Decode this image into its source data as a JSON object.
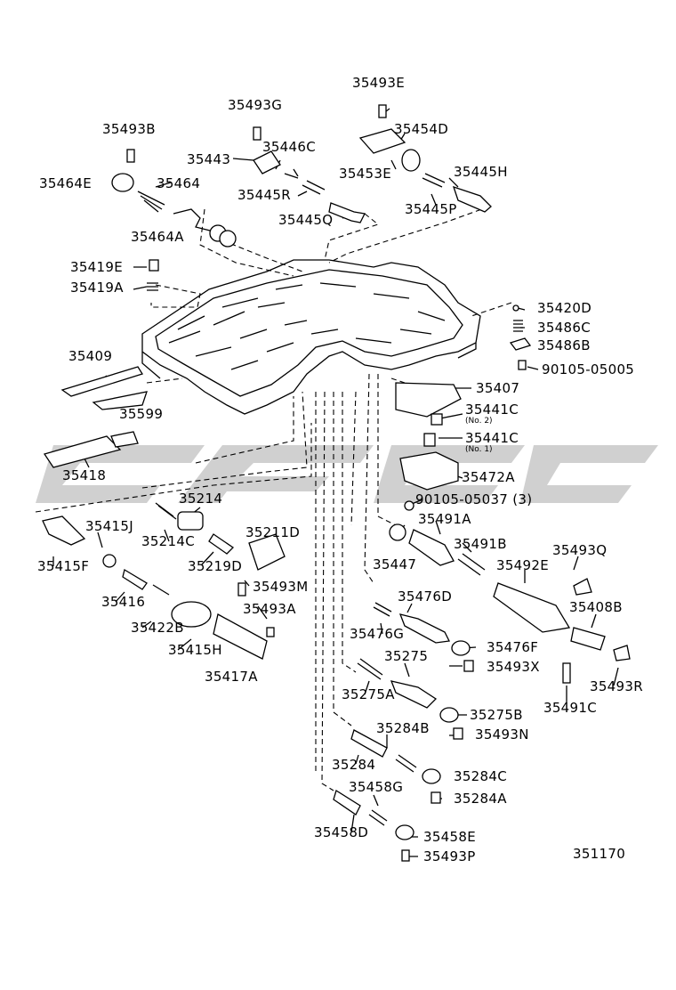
{
  "diagram": {
    "figure_number": "351170",
    "colors": {
      "line": "#000000",
      "watermark": "#c8c8c8"
    },
    "watermark_text": "cfcc",
    "parts": [
      {
        "id": "p1",
        "text": "35493E"
      },
      {
        "id": "p2",
        "text": "35493G"
      },
      {
        "id": "p3",
        "text": "35454D"
      },
      {
        "id": "p4",
        "text": "35493B"
      },
      {
        "id": "p5",
        "text": "35446C"
      },
      {
        "id": "p6",
        "text": "35443"
      },
      {
        "id": "p7",
        "text": "35453E"
      },
      {
        "id": "p8",
        "text": "35445H"
      },
      {
        "id": "p9",
        "text": "35464E"
      },
      {
        "id": "p10",
        "text": "35464"
      },
      {
        "id": "p11",
        "text": "35445R"
      },
      {
        "id": "p12",
        "text": "35445P"
      },
      {
        "id": "p13",
        "text": "35445Q"
      },
      {
        "id": "p14",
        "text": "35464A"
      },
      {
        "id": "p15",
        "text": "35419E"
      },
      {
        "id": "p16",
        "text": "35419A"
      },
      {
        "id": "p17",
        "text": "35420D"
      },
      {
        "id": "p18",
        "text": "35486C"
      },
      {
        "id": "p19",
        "text": "35486B"
      },
      {
        "id": "p20",
        "text": "35409"
      },
      {
        "id": "p21",
        "text": "90105-05005"
      },
      {
        "id": "p22",
        "text": "35407"
      },
      {
        "id": "p23",
        "text": "35599"
      },
      {
        "id": "p24",
        "text": "35441C"
      },
      {
        "id": "p25",
        "text": "35441C"
      },
      {
        "id": "p26",
        "text": "35418"
      },
      {
        "id": "p27",
        "text": "35472A"
      },
      {
        "id": "p28",
        "text": "35214"
      },
      {
        "id": "p29",
        "text": "90105-05037 (3)"
      },
      {
        "id": "p30",
        "text": "35491A"
      },
      {
        "id": "p31",
        "text": "35415J"
      },
      {
        "id": "p32",
        "text": "35214C"
      },
      {
        "id": "p33",
        "text": "35211D"
      },
      {
        "id": "p34",
        "text": "35491B"
      },
      {
        "id": "p35",
        "text": "35493Q"
      },
      {
        "id": "p36",
        "text": "35415F"
      },
      {
        "id": "p37",
        "text": "35219D"
      },
      {
        "id": "p38",
        "text": "35447"
      },
      {
        "id": "p39",
        "text": "35492E"
      },
      {
        "id": "p40",
        "text": "35493M"
      },
      {
        "id": "p41",
        "text": "35416"
      },
      {
        "id": "p42",
        "text": "35476D"
      },
      {
        "id": "p43",
        "text": "35408B"
      },
      {
        "id": "p44",
        "text": "35493A"
      },
      {
        "id": "p45",
        "text": "35422B"
      },
      {
        "id": "p46",
        "text": "35476G"
      },
      {
        "id": "p47",
        "text": "35476F"
      },
      {
        "id": "p48",
        "text": "35415H"
      },
      {
        "id": "p49",
        "text": "35275"
      },
      {
        "id": "p50",
        "text": "35493X"
      },
      {
        "id": "p51",
        "text": "35417A"
      },
      {
        "id": "p52",
        "text": "35275A"
      },
      {
        "id": "p53",
        "text": "35493R"
      },
      {
        "id": "p54",
        "text": "35491C"
      },
      {
        "id": "p55",
        "text": "35275B"
      },
      {
        "id": "p56",
        "text": "35284B"
      },
      {
        "id": "p57",
        "text": "35493N"
      },
      {
        "id": "p58",
        "text": "35284"
      },
      {
        "id": "p59",
        "text": "35284C"
      },
      {
        "id": "p60",
        "text": "35458G"
      },
      {
        "id": "p61",
        "text": "35284A"
      },
      {
        "id": "p62",
        "text": "35458D"
      },
      {
        "id": "p63",
        "text": "35458E"
      },
      {
        "id": "p64",
        "text": "35493P"
      }
    ],
    "notes": {
      "no2": "(No. 2)",
      "no1": "(No. 1)"
    }
  }
}
